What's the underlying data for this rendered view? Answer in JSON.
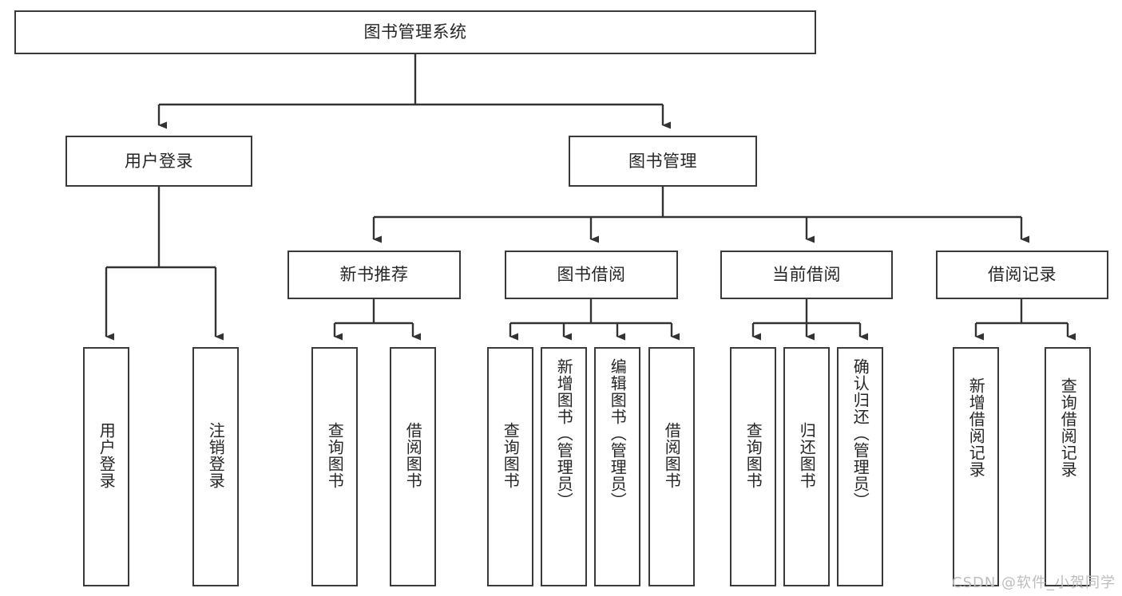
{
  "diagram": {
    "title": "图书管理系统",
    "type": "tree-hierarchy",
    "watermark": "CSDN @软件_小贺同学",
    "colors": {
      "box_border": "#3a3a3a",
      "box_fill": "#ffffff",
      "connector": "#333333",
      "text": "#262626",
      "watermark": "#bdbdbd",
      "background": "#ffffff"
    },
    "root": {
      "label": "图书管理系统"
    },
    "level1": [
      {
        "label": "用户登录"
      },
      {
        "label": "图书管理"
      }
    ],
    "level2": [
      {
        "label": "新书推荐"
      },
      {
        "label": "图书借阅"
      },
      {
        "label": "当前借阅"
      },
      {
        "label": "借阅记录"
      }
    ],
    "leaves": {
      "user_login": [
        {
          "label": "用户登录"
        },
        {
          "label": "注销登录"
        }
      ],
      "new_book": [
        {
          "label": "查询图书"
        },
        {
          "label": "借阅图书"
        }
      ],
      "book_borrow": [
        {
          "label": "查询图书"
        },
        {
          "label": "新增图书（管理员）"
        },
        {
          "label": "编辑图书（管理员）"
        },
        {
          "label": "借阅图书"
        }
      ],
      "current_borrow": [
        {
          "label": "查询图书"
        },
        {
          "label": "归还图书"
        },
        {
          "label": "确认归还（管理员）"
        }
      ],
      "borrow_record": [
        {
          "label": "新增借阅记录"
        },
        {
          "label": "查询借阅记录"
        }
      ]
    }
  }
}
